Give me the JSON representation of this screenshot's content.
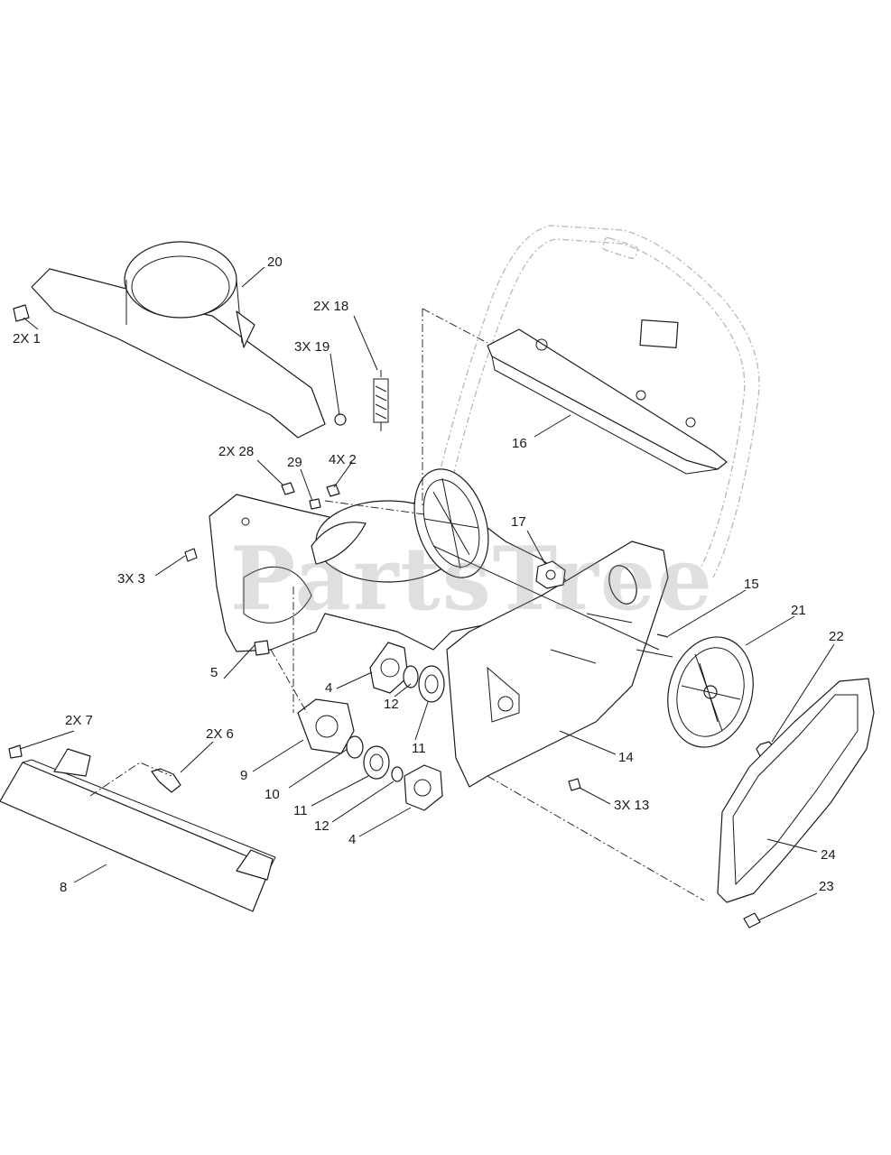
{
  "watermark": "PartsTree",
  "callouts": [
    {
      "id": "c1",
      "label": "2X  1"
    },
    {
      "id": "c20",
      "label": "20"
    },
    {
      "id": "c18",
      "label": "2X  18"
    },
    {
      "id": "c19",
      "label": "3X  19"
    },
    {
      "id": "c16",
      "label": "16"
    },
    {
      "id": "c28",
      "label": "2X  28"
    },
    {
      "id": "c29",
      "label": "29"
    },
    {
      "id": "c2",
      "label": "4X  2"
    },
    {
      "id": "c17",
      "label": "17"
    },
    {
      "id": "c3",
      "label": "3X  3"
    },
    {
      "id": "c15",
      "label": "15"
    },
    {
      "id": "c21",
      "label": "21"
    },
    {
      "id": "c22",
      "label": "22"
    },
    {
      "id": "c5",
      "label": "5"
    },
    {
      "id": "c4a",
      "label": "4"
    },
    {
      "id": "c12a",
      "label": "12"
    },
    {
      "id": "c11a",
      "label": "11"
    },
    {
      "id": "c7",
      "label": "2X  7"
    },
    {
      "id": "c6",
      "label": "2X  6"
    },
    {
      "id": "c14",
      "label": "14"
    },
    {
      "id": "c9",
      "label": "9"
    },
    {
      "id": "c10",
      "label": "10"
    },
    {
      "id": "c11b",
      "label": "11"
    },
    {
      "id": "c12b",
      "label": "12"
    },
    {
      "id": "c4b",
      "label": "4"
    },
    {
      "id": "c13",
      "label": "3X  13"
    },
    {
      "id": "c24",
      "label": "24"
    },
    {
      "id": "c8",
      "label": "8"
    },
    {
      "id": "c23",
      "label": "23"
    }
  ]
}
